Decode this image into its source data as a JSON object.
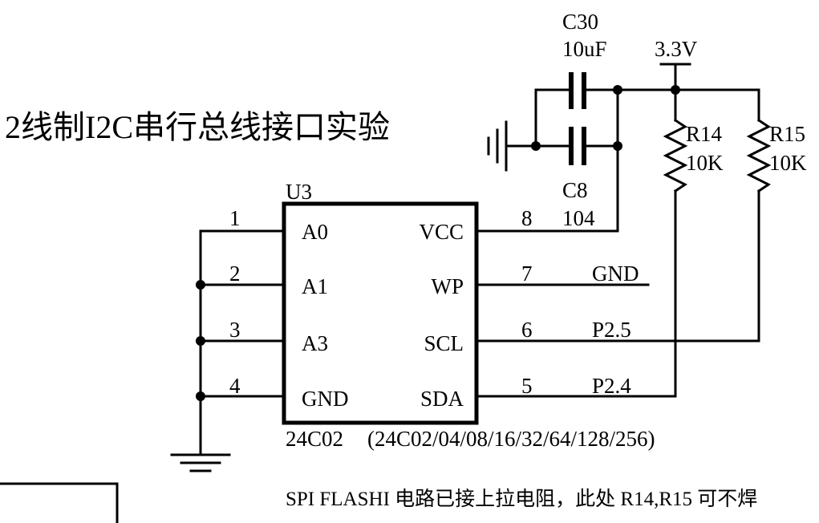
{
  "title": "2线制I2C串行总线接口实验",
  "chip": {
    "ref": "U3",
    "part": "24C02",
    "variants": "(24C02/04/08/16/32/64/128/256)",
    "left_pins": [
      {
        "num": "1",
        "name": "A0"
      },
      {
        "num": "2",
        "name": "A1"
      },
      {
        "num": "3",
        "name": "A3"
      },
      {
        "num": "4",
        "name": "GND"
      }
    ],
    "right_pins": [
      {
        "num": "8",
        "name": "VCC",
        "net": ""
      },
      {
        "num": "7",
        "name": "WP",
        "net": "GND"
      },
      {
        "num": "6",
        "name": "SCL",
        "net": "P2.5"
      },
      {
        "num": "5",
        "name": "SDA",
        "net": "P2.4"
      }
    ]
  },
  "capacitors": [
    {
      "ref": "C30",
      "value": "10uF"
    },
    {
      "ref": "C8",
      "value": "104"
    }
  ],
  "resistors": [
    {
      "ref": "R14",
      "value": "10K"
    },
    {
      "ref": "R15",
      "value": "10K"
    }
  ],
  "supply": "3.3V",
  "note": "SPI FLASHI 电路已接上拉电阻，此处 R14,R15 可不焊"
}
